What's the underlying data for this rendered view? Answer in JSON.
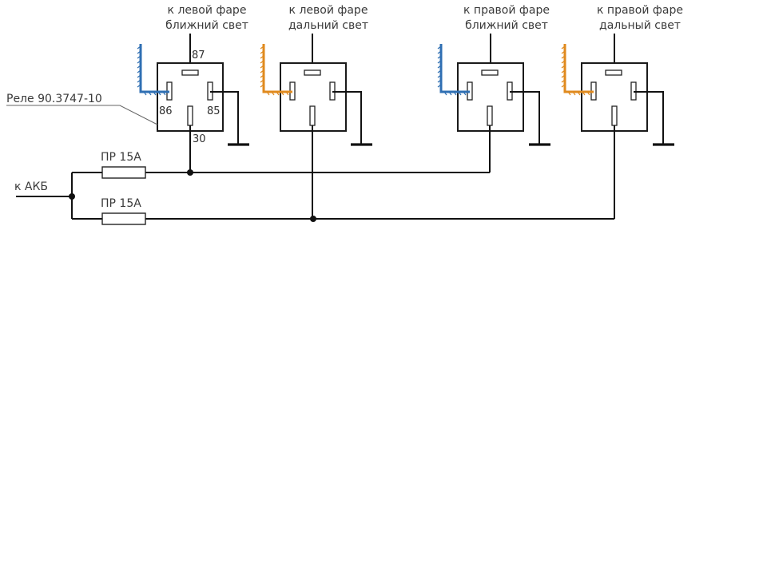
{
  "relays": [
    {
      "label_line1": "к левой фаре",
      "label_line2": "ближний свет",
      "control_color": "#2f6fb3",
      "pin_labels": {
        "p87": "87",
        "p86": "86",
        "p85": "85",
        "p30": "30"
      }
    },
    {
      "label_line1": "к левой фаре",
      "label_line2": "дальний свет",
      "control_color": "#e08a1e"
    },
    {
      "label_line1": "к правой фаре",
      "label_line2": "ближний свет",
      "control_color": "#2f6fb3"
    },
    {
      "label_line1": "к правой фаре",
      "label_line2": "дальный свет",
      "control_color": "#e08a1e"
    }
  ],
  "relay_type_label": "Реле 90.3747-10",
  "battery_label": "к АКБ",
  "fuses": [
    {
      "label": "ПР 15А"
    },
    {
      "label": "ПР 15А"
    }
  ],
  "wire_colors": {
    "low_beam": "#2f6fb3",
    "high_beam": "#e08a1e",
    "circuit": "#111111"
  }
}
